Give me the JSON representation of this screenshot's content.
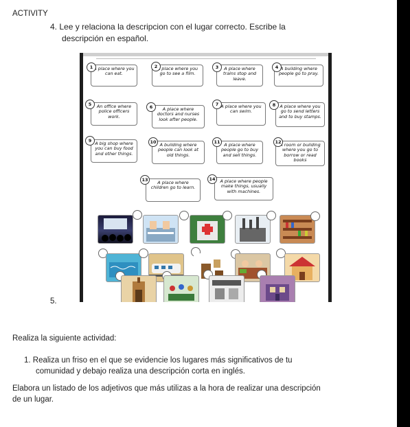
{
  "header": {
    "activity": "ACTIVITY"
  },
  "question4": {
    "line1": "4.  Lee y relaciona la descripcion con el lugar correcto. Escribe la",
    "line2": "descripción en español."
  },
  "worksheet": {
    "cards": [
      {
        "n": "1",
        "text": "A place where you can eat."
      },
      {
        "n": "2",
        "text": "A place where you go to see a film."
      },
      {
        "n": "3",
        "text": "A place where trains stop and leave."
      },
      {
        "n": "4",
        "text": "A building where people go to pray."
      },
      {
        "n": "5",
        "text": "An office where police officers work."
      },
      {
        "n": "6",
        "text": "A place where doctors and nurses look after people."
      },
      {
        "n": "7",
        "text": "A place where you can swim."
      },
      {
        "n": "8",
        "text": "A place where you go to send letters and to buy stamps."
      },
      {
        "n": "9",
        "text": "A big shop where you can buy food and other things."
      },
      {
        "n": "10",
        "text": "A building where people can look at old things."
      },
      {
        "n": "11",
        "text": "A place where people go to buy and sell things."
      },
      {
        "n": "12",
        "text": "A room or building where you go to borrow or read books"
      },
      {
        "n": "13",
        "text": "A place where children go to learn."
      },
      {
        "n": "14",
        "text": "A place where people make things, usually with machines."
      }
    ]
  },
  "question5": {
    "number": "5."
  },
  "instructions": {
    "realiza": "Realiza la siguiente actividad:",
    "item1_line1": "1.   Realiza un friso en el que se evidencie los lugares más significativos de tu",
    "item1_line2": "comunidad y debajo realiza una descripción corta en inglés.",
    "elabora_line1": "Elabora un listado de los adjetivos que más utilizas a la hora de realizar una descripción",
    "elabora_line2": "de un lugar."
  }
}
